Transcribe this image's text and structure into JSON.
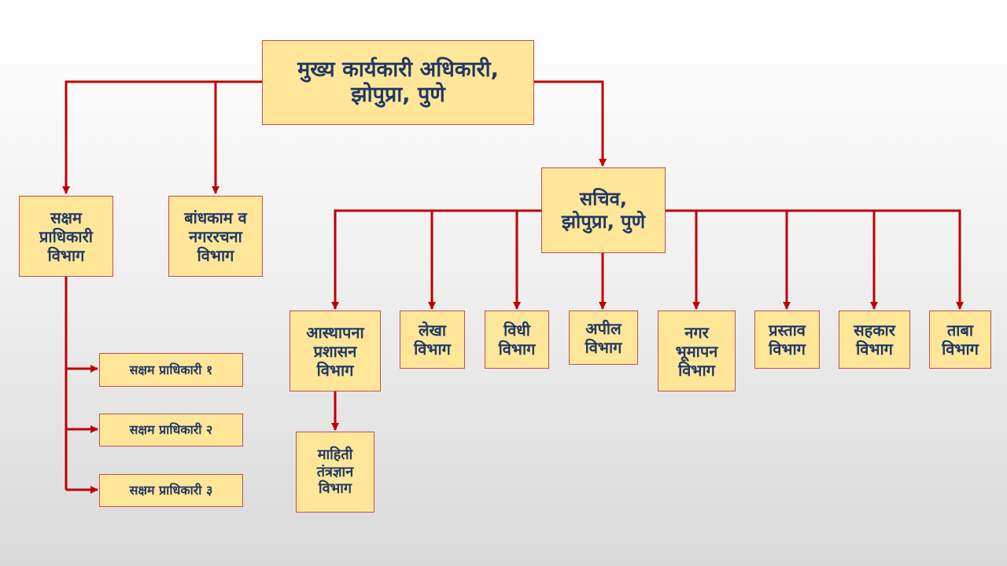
{
  "colors": {
    "box_fill": "#ffe699",
    "box_border": "#c0504d",
    "text": "#1f3864",
    "connector": "#c00000"
  },
  "nodes": {
    "ceo": [
      "मुख्य कार्यकारी अधिकारी,",
      "झोपुप्रा, पुणे"
    ],
    "competent_dept": [
      "सक्षम",
      "प्राधिकारी",
      "विभाग"
    ],
    "construction_dept": [
      "बांधकाम व",
      "नगररचना",
      "विभाग"
    ],
    "secretary": [
      "सचिव,",
      "झोपुप्रा, पुणे"
    ],
    "establishment_dept": [
      "आस्थापना",
      "प्रशासन",
      "विभाग"
    ],
    "accounts_dept": [
      "लेखा",
      "विभाग"
    ],
    "legal_dept": [
      "विधी",
      "विभाग"
    ],
    "appeal_dept": [
      "अपील",
      "विभाग"
    ],
    "survey_dept": [
      "नगर",
      "भूमापन",
      "विभाग"
    ],
    "proposal_dept": [
      "प्रस्ताव",
      "विभाग"
    ],
    "cooperative_dept": [
      "सहकार",
      "विभाग"
    ],
    "possession_dept": [
      "ताबा",
      "विभाग"
    ],
    "it_dept": [
      "माहिती",
      "तंत्रज्ञान",
      "विभाग"
    ],
    "authority_1": [
      "सक्षम प्राधिकारी १"
    ],
    "authority_2": [
      "सक्षम प्राधिकारी २"
    ],
    "authority_3": [
      "सक्षम प्राधिकारी ३"
    ]
  }
}
